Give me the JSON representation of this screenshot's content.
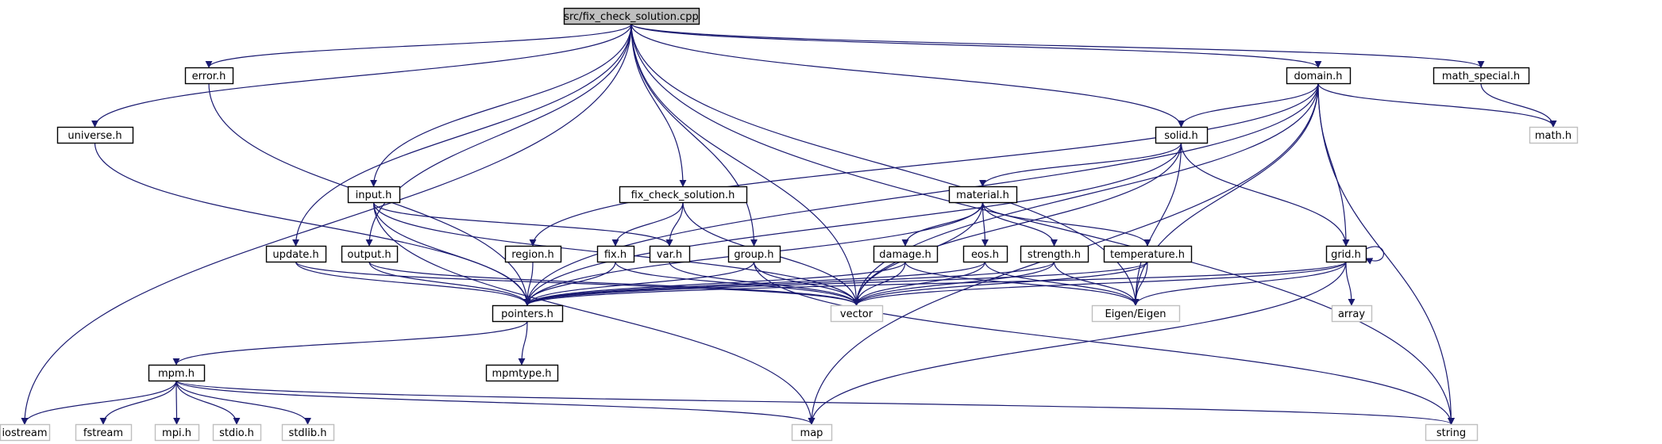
{
  "colors": {
    "edge": "#191970",
    "box_stroke": "#000000",
    "sys_stroke": "#bfbfbf",
    "root_fill": "#bfbfbf",
    "text": "#000000",
    "sys_text": "#000000"
  },
  "nodes": {
    "root": "src/fix_check_solution.cpp",
    "error": "error.h",
    "universe": "universe.h",
    "domain": "domain.h",
    "math_special": "math_special.h",
    "math": "math.h",
    "solid": "solid.h",
    "input": "input.h",
    "fix_check_solution": "fix_check_solution.h",
    "material": "material.h",
    "update": "update.h",
    "output": "output.h",
    "region": "region.h",
    "fix": "fix.h",
    "var": "var.h",
    "group": "group.h",
    "damage": "damage.h",
    "eos": "eos.h",
    "strength": "strength.h",
    "temperature": "temperature.h",
    "grid": "grid.h",
    "pointers": "pointers.h",
    "vector": "vector",
    "eigen": "Eigen/Eigen",
    "array": "array",
    "mpmtype": "mpmtype.h",
    "mpm": "mpm.h",
    "iostream": "iostream",
    "fstream": "fstream",
    "mpi": "mpi.h",
    "stdio": "stdio.h",
    "stdlib": "stdlib.h",
    "map": "map",
    "string": "string"
  },
  "edges": [
    [
      "root",
      "iostream"
    ],
    [
      "root",
      "universe"
    ],
    [
      "root",
      "error"
    ],
    [
      "root",
      "update"
    ],
    [
      "root",
      "output"
    ],
    [
      "root",
      "input"
    ],
    [
      "root",
      "fix_check_solution"
    ],
    [
      "root",
      "group"
    ],
    [
      "root",
      "solid"
    ],
    [
      "root",
      "vector"
    ],
    [
      "root",
      "domain"
    ],
    [
      "root",
      "math_special"
    ],
    [
      "root",
      "eigen"
    ],
    [
      "root",
      "string"
    ],
    [
      "error",
      "pointers"
    ],
    [
      "universe",
      "pointers"
    ],
    [
      "input",
      "pointers"
    ],
    [
      "input",
      "var"
    ],
    [
      "input",
      "vector"
    ],
    [
      "input",
      "map"
    ],
    [
      "update",
      "pointers"
    ],
    [
      "update",
      "vector"
    ],
    [
      "output",
      "pointers"
    ],
    [
      "output",
      "vector"
    ],
    [
      "fix_check_solution",
      "fix"
    ],
    [
      "fix_check_solution",
      "var"
    ],
    [
      "fix_check_solution",
      "vector"
    ],
    [
      "fix",
      "pointers"
    ],
    [
      "fix",
      "vector"
    ],
    [
      "var",
      "vector"
    ],
    [
      "region",
      "pointers"
    ],
    [
      "group",
      "pointers"
    ],
    [
      "group",
      "vector"
    ],
    [
      "group",
      "string"
    ],
    [
      "domain",
      "pointers"
    ],
    [
      "domain",
      "region"
    ],
    [
      "domain",
      "solid"
    ],
    [
      "domain",
      "math"
    ],
    [
      "domain",
      "vector"
    ],
    [
      "domain",
      "eigen"
    ],
    [
      "domain",
      "string"
    ],
    [
      "domain",
      "map"
    ],
    [
      "domain",
      "grid"
    ],
    [
      "math_special",
      "math"
    ],
    [
      "solid",
      "material"
    ],
    [
      "solid",
      "pointers"
    ],
    [
      "solid",
      "grid"
    ],
    [
      "solid",
      "vector"
    ],
    [
      "solid",
      "eigen"
    ],
    [
      "material",
      "pointers"
    ],
    [
      "material",
      "vector"
    ],
    [
      "material",
      "damage"
    ],
    [
      "material",
      "eos"
    ],
    [
      "material",
      "strength"
    ],
    [
      "material",
      "temperature"
    ],
    [
      "damage",
      "pointers"
    ],
    [
      "damage",
      "vector"
    ],
    [
      "damage",
      "eigen"
    ],
    [
      "eos",
      "pointers"
    ],
    [
      "eos",
      "vector"
    ],
    [
      "eos",
      "eigen"
    ],
    [
      "strength",
      "pointers"
    ],
    [
      "strength",
      "vector"
    ],
    [
      "strength",
      "eigen"
    ],
    [
      "temperature",
      "pointers"
    ],
    [
      "temperature",
      "vector"
    ],
    [
      "temperature",
      "eigen"
    ],
    [
      "grid",
      "pointers"
    ],
    [
      "grid",
      "vector"
    ],
    [
      "grid",
      "eigen"
    ],
    [
      "grid",
      "array"
    ],
    [
      "grid",
      "map"
    ],
    [
      "grid",
      "grid"
    ],
    [
      "pointers",
      "mpmtype"
    ],
    [
      "pointers",
      "mpm"
    ],
    [
      "mpm",
      "iostream"
    ],
    [
      "mpm",
      "fstream"
    ],
    [
      "mpm",
      "mpi"
    ],
    [
      "mpm",
      "stdio"
    ],
    [
      "mpm",
      "stdlib"
    ],
    [
      "mpm",
      "map"
    ],
    [
      "mpm",
      "string"
    ]
  ]
}
